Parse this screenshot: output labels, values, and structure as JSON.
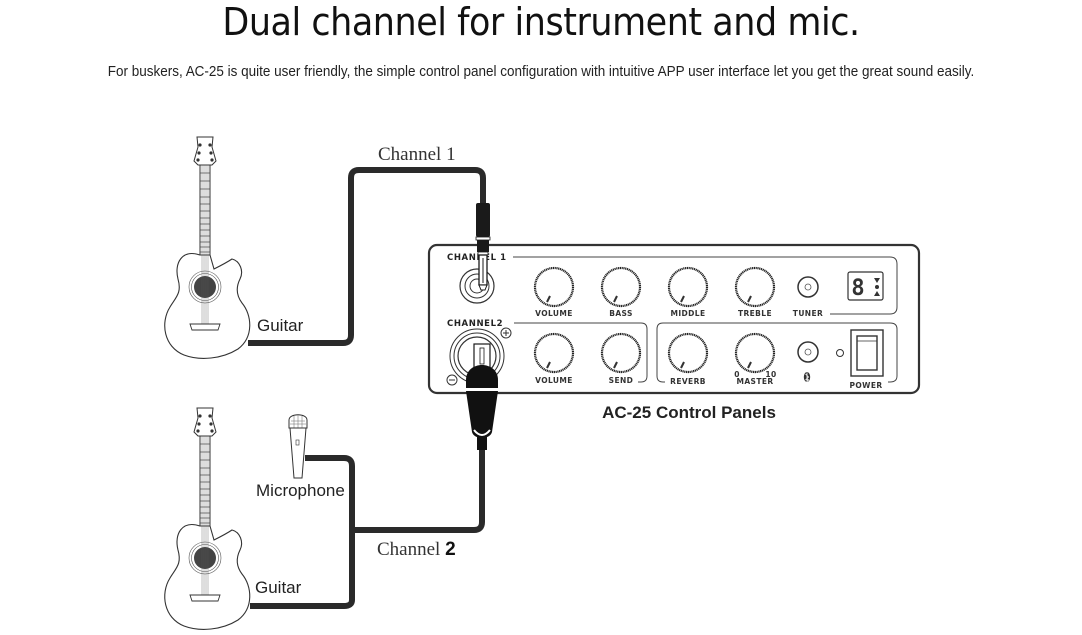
{
  "header": {
    "title": "Dual channel for instrument and mic.",
    "subtitle": "For buskers, AC-25 is quite user friendly, the simple control panel configuration with intuitive APP user interface let you get the great sound easily."
  },
  "diagram": {
    "channel1_label": "Channel 1",
    "channel2_label_prefix": "Channel ",
    "channel2_label_number": "2",
    "guitar_top_label": "Guitar",
    "guitar_bottom_label": "Guitar",
    "microphone_label": "Microphone",
    "caption": "AC-25 Control Panels",
    "panel": {
      "channel1_heading": "CHANNEL 1",
      "channel2_heading": "CHANNEL2",
      "row1_knobs": [
        "VOLUME",
        "BASS",
        "MIDDLE",
        "TREBLE"
      ],
      "tuner_label": "TUNER",
      "row2_ch2_knobs": [
        "VOLUME",
        "SEND"
      ],
      "row2_fx_knobs": [
        "REVERB",
        "MASTER"
      ],
      "master_scale_min": "0",
      "master_scale_max": "10",
      "bluetooth_icon": "bluetooth-icon",
      "power_label": "POWER",
      "tuner_display": "8"
    }
  }
}
